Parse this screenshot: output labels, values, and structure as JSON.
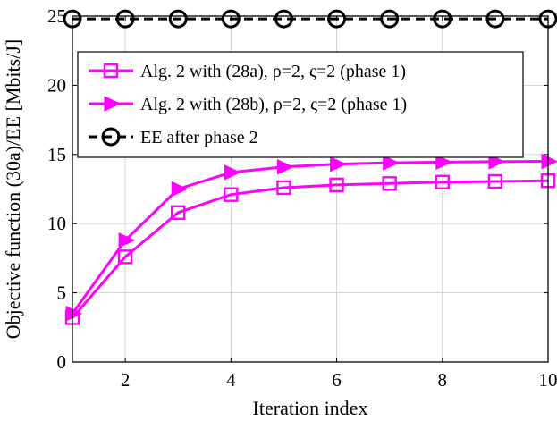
{
  "chart_data": {
    "type": "line",
    "xlabel": "Iteration index",
    "ylabel": "Objective function (30a)/EE [Mbits/J]",
    "xlim": [
      1,
      10
    ],
    "ylim": [
      0,
      25
    ],
    "x_ticks": [
      2,
      4,
      6,
      8,
      10
    ],
    "y_ticks": [
      0,
      5,
      10,
      15,
      20,
      25
    ],
    "grid": true,
    "legend_position": "top-left",
    "x": [
      1,
      2,
      3,
      4,
      5,
      6,
      7,
      8,
      9,
      10
    ],
    "series": [
      {
        "name": "Alg. 2 with (28a), ρ=2, ς=2 (phase 1)",
        "values": [
          3.2,
          7.6,
          10.8,
          12.1,
          12.6,
          12.8,
          12.9,
          13.0,
          13.05,
          13.1
        ],
        "color": "#ff00ff",
        "marker": "square",
        "line_style": "solid"
      },
      {
        "name": "Alg. 2 with (28b), ρ=2, ς=2 (phase 1)",
        "values": [
          3.5,
          8.8,
          12.5,
          13.7,
          14.1,
          14.3,
          14.4,
          14.45,
          14.48,
          14.5
        ],
        "color": "#ff00ff",
        "marker": "triangle-right",
        "line_style": "solid"
      },
      {
        "name": "EE after phase 2",
        "values": [
          24.8,
          24.8,
          24.8,
          24.8,
          24.8,
          24.8,
          24.8,
          24.8,
          24.8,
          24.8
        ],
        "color": "#000000",
        "marker": "circle",
        "line_style": "dashed"
      }
    ]
  }
}
